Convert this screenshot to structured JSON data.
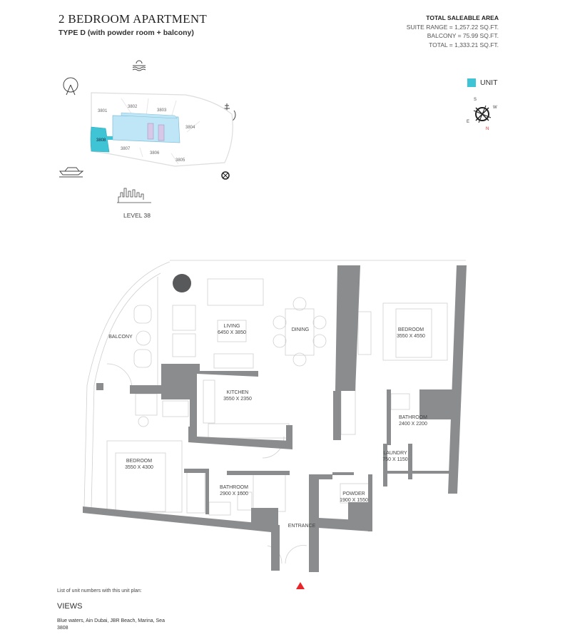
{
  "header": {
    "title": "2 BEDROOM APARTMENT",
    "subtitle": "TYPE D (with powder room + balcony)"
  },
  "area": {
    "heading": "TOTAL SALEABLE AREA",
    "suite_range": "SUITE RANGE = 1,257.22 SQ.FT.",
    "balcony": "BALCONY = 75.99 SQ.FT.",
    "total": "TOTAL = 1,333.21 SQ.FT."
  },
  "legend": {
    "label": "UNIT",
    "color": "#3fc4d6"
  },
  "compass": {
    "s": "S",
    "w": "W",
    "e": "E",
    "n": "N"
  },
  "keyplan": {
    "level": "LEVEL 38",
    "units": [
      "3801",
      "3802",
      "3803",
      "3804",
      "3805",
      "3806",
      "3807",
      "3808"
    ],
    "highlight": "3808",
    "icons": [
      "ain-dubai-icon",
      "sea-icon",
      "palm-icon",
      "yacht-icon",
      "skyline-icon",
      "compass-icon"
    ]
  },
  "rooms": {
    "balcony": "BALCONY",
    "living": "LIVING",
    "living_dim": "6450 X 3850",
    "dining": "DINING",
    "bedroom1": "BEDROOM",
    "bedroom1_dim": "3550 X 4550",
    "kitchen": "KITCHEN",
    "kitchen_dim": "3550 X 2350",
    "bathroom1": "BATHROOM",
    "bathroom1_dim": "2400 X 2200",
    "laundry": "LAUNDRY",
    "laundry_dim": "750 X 1150",
    "bedroom2": "BEDROOM",
    "bedroom2_dim": "3550 X 4300",
    "bathroom2": "BATHROOM",
    "bathroom2_dim": "2900 X 1600",
    "powder": "POWDER",
    "powder_dim": "1900 X 1550",
    "entrance": "ENTRANCE"
  },
  "footer": {
    "unit_list_label": "List of unit numbers with this unit plan:",
    "views_heading": "VIEWS",
    "views": "Blue waters, Ain Dubai, JBR Beach, Marina, Sea",
    "unit_numbers": "3808"
  },
  "colors": {
    "wall": "#8a8c8e",
    "unit": "#3fc4d6",
    "building": "#bfe6f7",
    "entry_marker": "#e8262a"
  }
}
